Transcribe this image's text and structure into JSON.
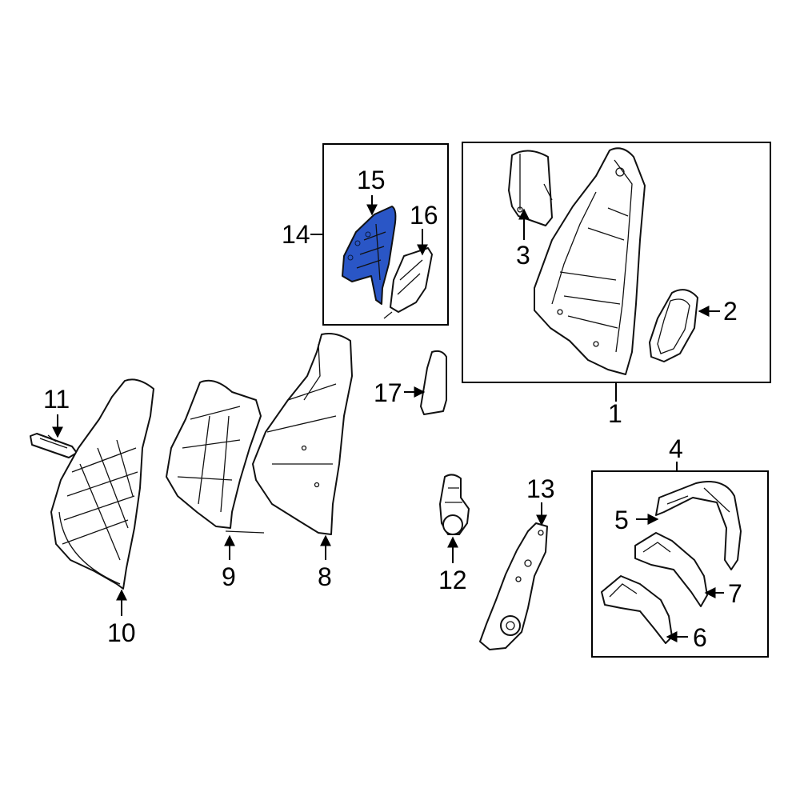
{
  "diagram": {
    "labels": [
      "1",
      "2",
      "3",
      "4",
      "5",
      "6",
      "7",
      "8",
      "9",
      "10",
      "11",
      "12",
      "13",
      "14",
      "15",
      "16",
      "17"
    ],
    "highlight_color": "#2a56c6",
    "line_color": "#000000",
    "highlighted_part": "15"
  }
}
